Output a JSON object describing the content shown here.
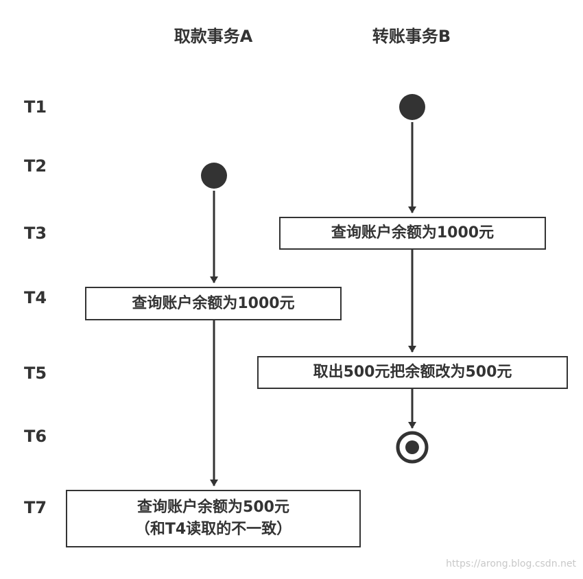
{
  "columns": {
    "a_title": "取款事务A",
    "b_title": "转账事务B"
  },
  "time_labels": [
    "T1",
    "T2",
    "T3",
    "T4",
    "T5",
    "T6",
    "T7"
  ],
  "boxes": {
    "a_t4": "查询账户余额为1000元",
    "a_t7_line1": "查询账户余额为500元",
    "a_t7_line2": "（和T4读取的不一致）",
    "b_t3": "查询账户余额为1000元",
    "b_t5": "取出500元把余额改为500元"
  },
  "watermark": "https://arong.blog.csdn.net",
  "colors": {
    "line": "#333333",
    "node": "#333333",
    "background": "#ffffff",
    "watermark": "#c8c8c8"
  },
  "node_types": {
    "start": "filled-circle",
    "end": "bullseye-circle"
  }
}
